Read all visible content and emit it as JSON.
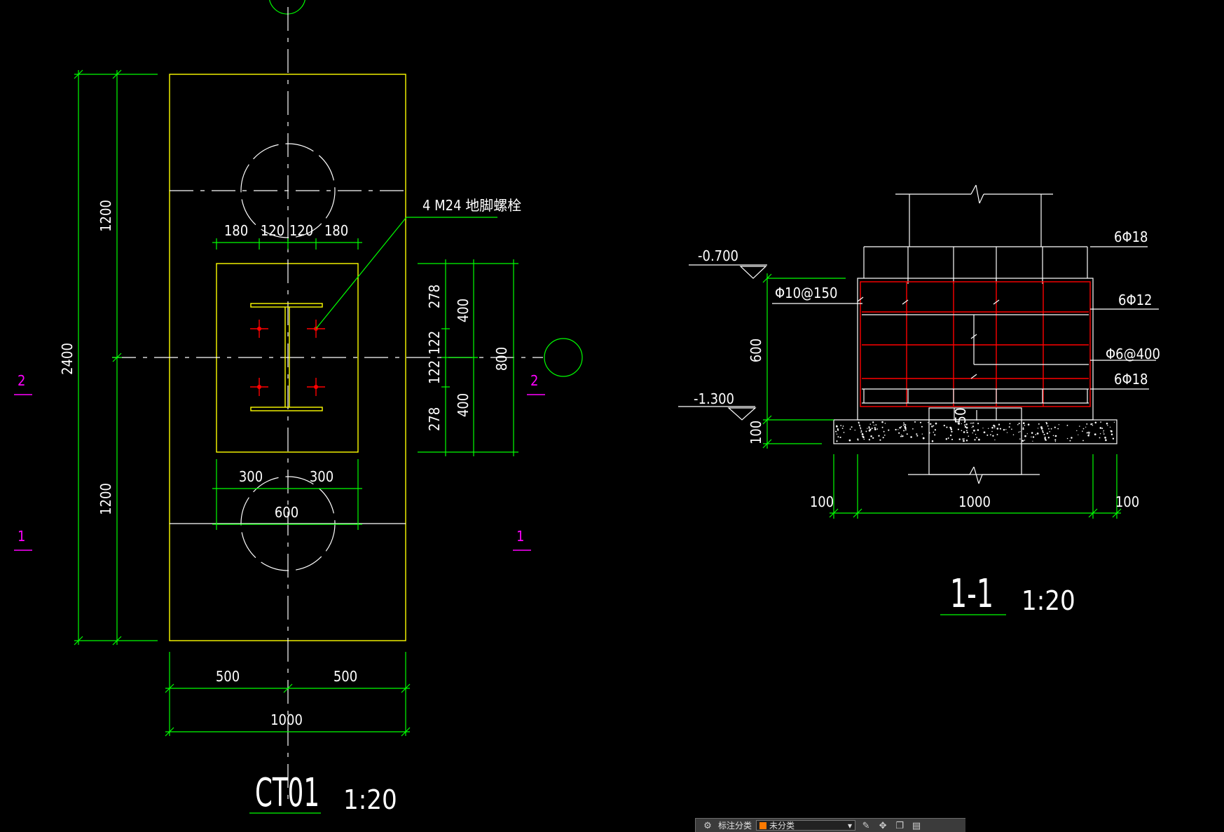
{
  "plan": {
    "title": "CT01",
    "scale": "1:20",
    "anchor_note": "4 M24 地脚螺栓",
    "dims": {
      "overall_height": "2400",
      "upper_half": "1200",
      "lower_half": "1200",
      "top_spacing": [
        "180",
        "120",
        "120",
        "180"
      ],
      "right_inner": [
        "278",
        "122",
        "122",
        "278"
      ],
      "right_mid": [
        "400",
        "400"
      ],
      "right_outer": "800",
      "bottom_inner": [
        "300",
        "300"
      ],
      "bottom_inner_total": "600",
      "bottom_halves": [
        "500",
        "500"
      ],
      "bottom_total": "1000"
    },
    "section_marks": {
      "left_2": "2",
      "right_2": "2",
      "left_1": "1",
      "right_1": "1"
    }
  },
  "section": {
    "title": "1-1",
    "scale": "1:20",
    "elev_top": "-0.700",
    "elev_bottom": "-1.300",
    "stirrup": "Φ10@150",
    "rebar_top": "6Φ18",
    "rebar_side": "6Φ12",
    "tie": "Φ6@400",
    "rebar_bottom": "6Φ18",
    "dim_height": "600",
    "dim_bedding": "100",
    "dim_small": "50",
    "dim_left": "100",
    "dim_width": "1000",
    "dim_right": "100"
  },
  "toolbar": {
    "label": "标注分类",
    "value": "未分类"
  }
}
